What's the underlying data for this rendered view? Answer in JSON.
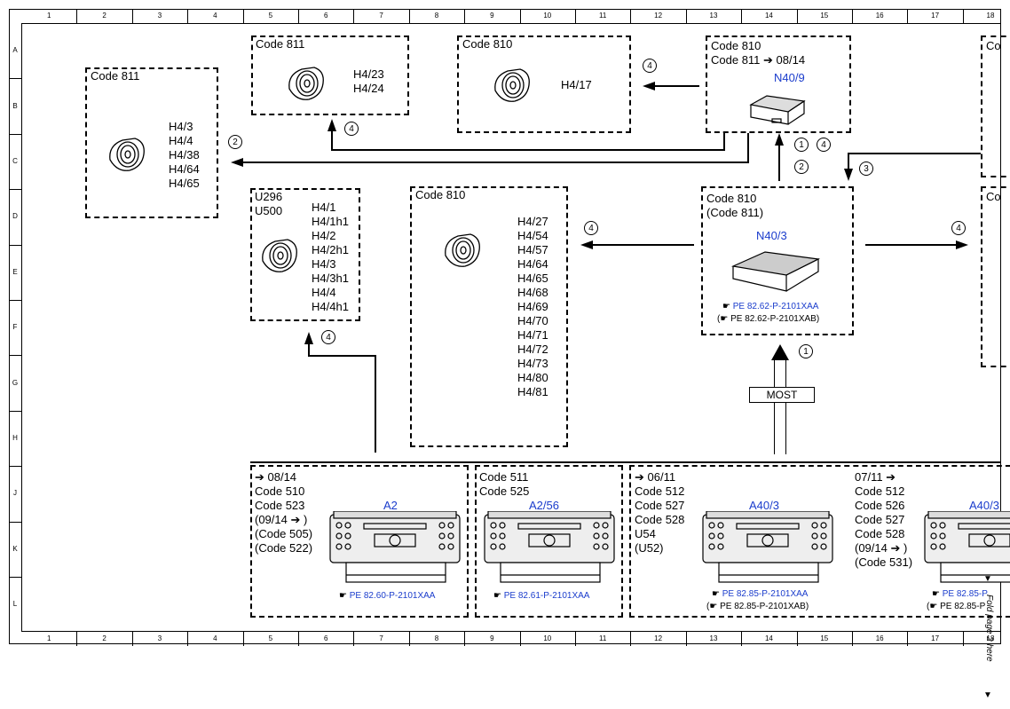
{
  "grid": {
    "columns": [
      "1",
      "2",
      "3",
      "4",
      "5",
      "6",
      "7",
      "8",
      "9",
      "10",
      "11",
      "12",
      "13",
      "14",
      "15",
      "16",
      "17",
      "18"
    ],
    "rows": [
      "A",
      "B",
      "C",
      "D",
      "E",
      "F",
      "G",
      "H",
      "J",
      "K",
      "L"
    ]
  },
  "boxes": {
    "b811_left": {
      "code": "Code 811",
      "labels": "H4/3\nH4/4\nH4/38\nH4/64\nH4/65"
    },
    "b811_top": {
      "code": "Code 811",
      "labels": "H4/23\nH4/24"
    },
    "b810_top": {
      "code": "Code 810",
      "labels": "H4/17"
    },
    "bN409": {
      "code": "Code 810\nCode 811 ➔ 08/14",
      "id": "N40/9"
    },
    "bU296": {
      "code": "U296\nU500",
      "labels": "H4/1\nH4/1h1\nH4/2\nH4/2h1\nH4/3\nH4/3h1\nH4/4\nH4/4h1"
    },
    "b810_mid": {
      "code": "Code 810",
      "labels": "H4/27\nH4/54\nH4/57\nH4/64\nH4/65\nH4/68\nH4/69\nH4/70\nH4/71\nH4/72\nH4/73\nH4/80\nH4/81"
    },
    "bN403": {
      "code": "Code 810\n(Code 811)",
      "id": "N40/3",
      "ref1": "PE 82.62-P-2101XAA",
      "ref2": "PE 82.62-P-2101XAB)",
      "ref2_prefix": "("
    },
    "bRightTop": {
      "code": "Co"
    },
    "bRightMid": {
      "code": "Co"
    }
  },
  "bottom": {
    "a2": {
      "code": "➔ 08/14\nCode 510\nCode 523\n(09/14 ➔ )\n(Code 505)\n(Code 522)",
      "id": "A2",
      "ref": "PE 82.60-P-2101XAA"
    },
    "a256": {
      "code": "Code 511\nCode 525",
      "id": "A2/56",
      "ref": "PE 82.61-P-2101XAA"
    },
    "a403a": {
      "code": "➔ 06/11\nCode 512\nCode 527\nCode 528\nU54\n(U52)",
      "id": "A40/3",
      "ref1": "PE 82.85-P-2101XAA",
      "ref2": "PE 82.85-P-2101XAB)"
    },
    "a403b": {
      "code": "07/11 ➔\nCode 512\nCode 526\nCode 527\nCode 528\n(09/14 ➔ )\n(Code 531)",
      "id": "A40/3",
      "ref1": "PE 82.85-P",
      "ref2": "PE 82.85-P"
    }
  },
  "circles": [
    "4",
    "2",
    "4",
    "1",
    "4",
    "2",
    "3",
    "4",
    "4",
    "4",
    "1"
  ],
  "most_label": "MOST",
  "side_note": "Fold page 2 here"
}
